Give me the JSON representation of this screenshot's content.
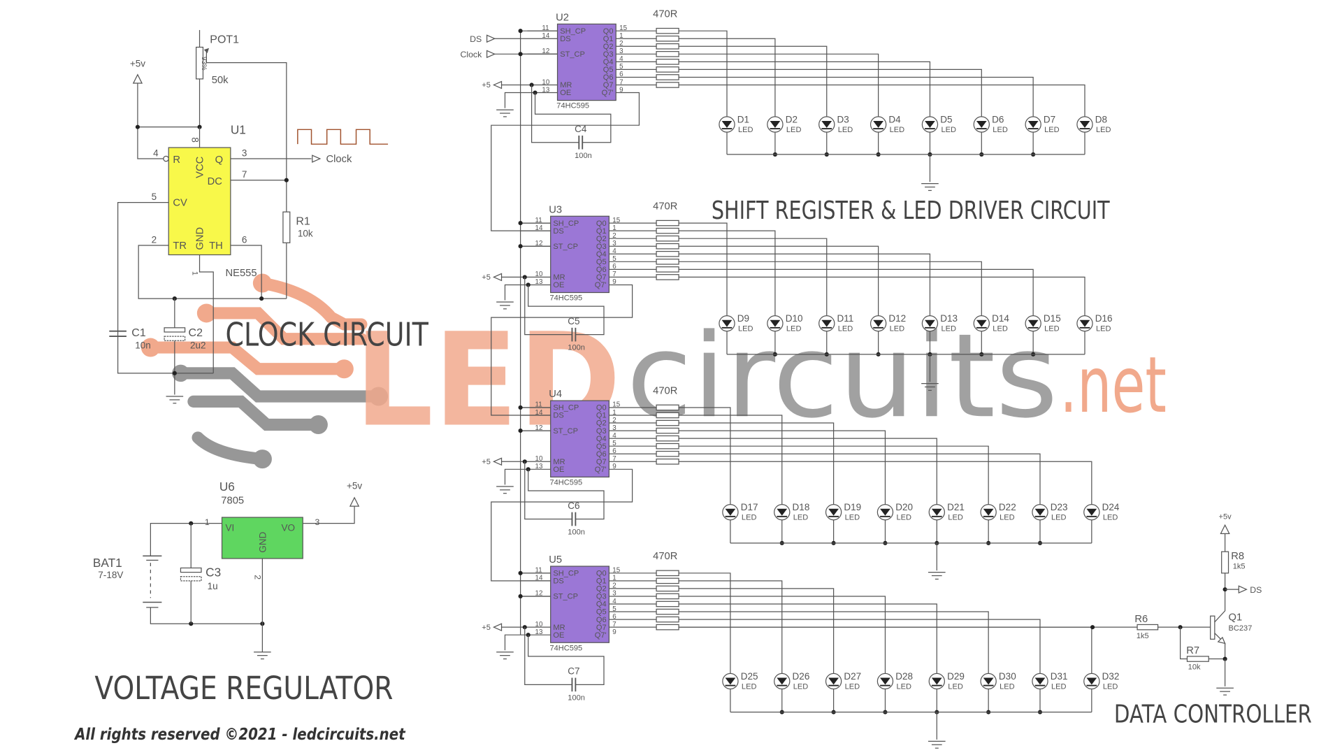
{
  "titles": {
    "clock": "CLOCK CIRCUIT",
    "shift": "SHIFT REGISTER & LED DRIVER CIRCUIT",
    "regulator": "VOLTAGE REGULATOR",
    "controller": "DATA CONTROLLER",
    "copyright": "All rights reserved ©2021 - ledcircuits.net"
  },
  "logo": {
    "part1": "LED",
    "part2": "circuits",
    "part3": ".net"
  },
  "colors": {
    "ic555": "#f8f84a",
    "ic595": "#9b77d6",
    "reg": "#5fd660",
    "logo_orange": "#f0a080",
    "logo_gray": "#8c8c8c",
    "wave": "#a0522d"
  },
  "clock": {
    "pot_label": "POT1",
    "pot_value": "50k",
    "pot_percent": "93%",
    "supply": "+5v",
    "u1_label": "U1",
    "u1_part": "NE555",
    "pins": {
      "r": "R",
      "vcc": "VCC",
      "q": "Q",
      "dc": "DC",
      "cv": "CV",
      "tr": "TR",
      "gnd": "GND",
      "th": "TH"
    },
    "pin_numbers": {
      "p4": "4",
      "p8": "8",
      "p3": "3",
      "p7": "7",
      "p5": "5",
      "p2": "2",
      "p6": "6",
      "p1": "1"
    },
    "clock_out": "Clock",
    "r1_label": "R1",
    "r1_value": "10k",
    "c1_label": "C1",
    "c1_value": "10n",
    "c2_label": "C2",
    "c2_value": "2u2"
  },
  "regulator": {
    "u6_label": "U6",
    "u6_part": "7805",
    "vi": "VI",
    "vo": "VO",
    "gnd": "GND",
    "pin1": "1",
    "pin2": "2",
    "pin3": "3",
    "supply": "+5v",
    "bat_label": "BAT1",
    "bat_value": "7-18V",
    "c3_label": "C3",
    "c3_value": "1u"
  },
  "shift": {
    "inputs": {
      "ds": "DS",
      "clock": "Clock",
      "supply": "+5"
    },
    "left_pins": [
      "SH_CP",
      "DS",
      "ST_CP",
      "MR",
      "OE"
    ],
    "left_pin_numbers": [
      "11",
      "14",
      "12",
      "10",
      "13"
    ],
    "right_pins": [
      "Q0",
      "Q1",
      "Q2",
      "Q3",
      "Q4",
      "Q5",
      "Q6",
      "Q7",
      "Q7'"
    ],
    "right_pin_numbers": [
      "15",
      "1",
      "2",
      "3",
      "4",
      "5",
      "6",
      "7",
      "9"
    ],
    "resistor_value": "470R",
    "led_type": "LED",
    "registers": [
      {
        "label": "U2",
        "part": "74HC595",
        "cap_label": "C4",
        "cap_value": "100n",
        "leds": [
          "D1",
          "D2",
          "D3",
          "D4",
          "D5",
          "D6",
          "D7",
          "D8"
        ]
      },
      {
        "label": "U3",
        "part": "74HC595",
        "cap_label": "C5",
        "cap_value": "100n",
        "leds": [
          "D9",
          "D10",
          "D11",
          "D12",
          "D13",
          "D14",
          "D15",
          "D16"
        ]
      },
      {
        "label": "U4",
        "part": "74HC595",
        "cap_label": "C6",
        "cap_value": "100n",
        "leds": [
          "D17",
          "D18",
          "D19",
          "D20",
          "D21",
          "D22",
          "D23",
          "D24"
        ]
      },
      {
        "label": "U5",
        "part": "74HC595",
        "cap_label": "C7",
        "cap_value": "100n",
        "leds": [
          "D25",
          "D26",
          "D27",
          "D28",
          "D29",
          "D30",
          "D31",
          "D32"
        ]
      }
    ]
  },
  "controller": {
    "supply": "+5v",
    "r8_label": "R8",
    "r8_value": "1k5",
    "ds_out": "DS",
    "q1_label": "Q1",
    "q1_part": "BC237",
    "r6_label": "R6",
    "r6_value": "1k5",
    "r7_label": "R7",
    "r7_value": "10k"
  }
}
